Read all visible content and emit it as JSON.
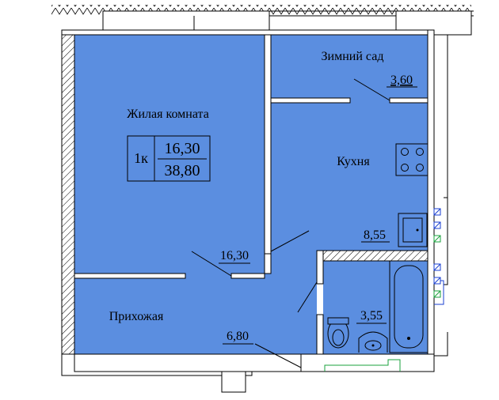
{
  "rooms": {
    "living": {
      "name": "Жилая комната",
      "area": "16,30"
    },
    "winter_garden": {
      "name": "Зимний сад",
      "area": "3,60"
    },
    "kitchen": {
      "name": "Кухня",
      "area": "8,55"
    },
    "hallway": {
      "name": "Прихожая",
      "area": "6,80"
    },
    "bathroom": {
      "area": "3,55"
    }
  },
  "apartment": {
    "type": "1к",
    "living_area": "16,30",
    "total_area": "38,80"
  },
  "colors": {
    "floor": "#5b8ee0",
    "wall": "#ffffff",
    "line": "#000000",
    "riser_blue": "#1a3fd0",
    "riser_green": "#19a03c"
  },
  "icons": [
    "stove-icon",
    "sink-icon",
    "bathtub-icon",
    "toilet-icon",
    "washbasin-icon"
  ]
}
